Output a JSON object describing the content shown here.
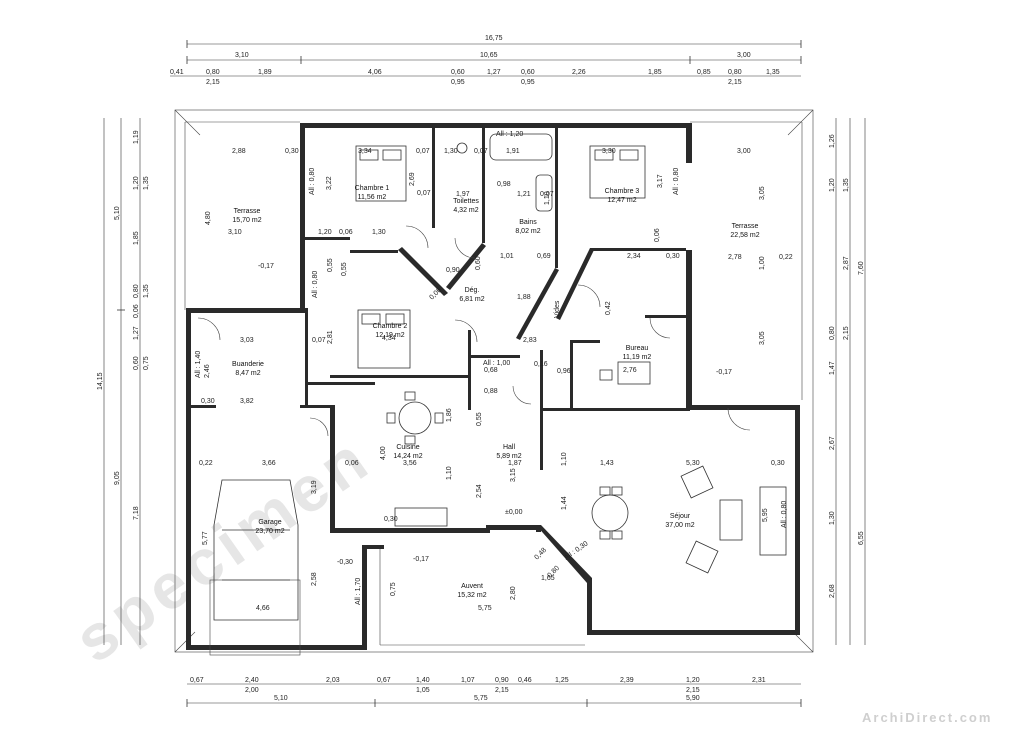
{
  "dimensions": {
    "top_total": "16,75",
    "top_row2": [
      "3,10",
      "10,65",
      "3,00"
    ],
    "top_row3": [
      "0,41",
      "0,80",
      "1,89",
      "4,06",
      "0,60",
      "1,27",
      "0,60",
      "2,26",
      "1,85",
      "0,85",
      "0,80",
      "1,35"
    ],
    "top_row3b": [
      "2,15",
      "0,95",
      "0,95",
      "2,15"
    ],
    "bottom_row1": [
      "0,67",
      "2,40",
      "2,03",
      "0,67",
      "1,40",
      "1,07",
      "0,90",
      "0,46",
      "1,25",
      "2,39",
      "1,20",
      "2,31"
    ],
    "bottom_row1b": [
      "2,00",
      "1,05",
      "2,15",
      "2,15"
    ],
    "bottom_row2": [
      "5,10",
      "5,75",
      "5,90"
    ],
    "left_total": "14,15",
    "left_parts": [
      "5,10",
      "9,05"
    ],
    "left_inner": [
      "1,19",
      "1,20",
      "1,85",
      "0,80",
      "1,27",
      "0,06",
      "0,60",
      "0,75",
      "7,18"
    ],
    "left_inner_b": [
      "1,35",
      "1,35"
    ],
    "right_total": "7,60",
    "right_parts": [
      "2,87",
      "6,55"
    ],
    "right_inner": [
      "1,26",
      "1,20",
      "0,80",
      "1,47",
      "2,67",
      "1,30",
      "2,68"
    ],
    "right_inner_b": [
      "1,35",
      "2,15"
    ]
  },
  "rooms": [
    {
      "name": "Terrasse",
      "area": "15,70 m2"
    },
    {
      "name": "Chambre 1",
      "area": "11,56 m2"
    },
    {
      "name": "Toilettes",
      "area": "4,32 m2"
    },
    {
      "name": "Bains",
      "area": "8,02 m2"
    },
    {
      "name": "Chambre 3",
      "area": "12,47 m2"
    },
    {
      "name": "Terrasse",
      "area": "22,58 m2"
    },
    {
      "name": "Dég.",
      "area": "6,81 m2"
    },
    {
      "name": "Chambre 2",
      "area": "12,19 m2"
    },
    {
      "name": "Buanderie",
      "area": "8,47 m2"
    },
    {
      "name": "Bureau",
      "area": "11,19 m2"
    },
    {
      "name": "Cuisine",
      "area": "14,24 m2"
    },
    {
      "name": "Hall",
      "area": "5,89 m2"
    },
    {
      "name": "Séjour",
      "area": "37,00 m2"
    },
    {
      "name": "Garage",
      "area": "23,70 m2"
    },
    {
      "name": "Auvent",
      "area": "15,32 m2"
    }
  ],
  "interior_dims": {
    "terrasse_left": [
      "2,88",
      "0,30",
      "3,10",
      "4,80",
      "-0,17"
    ],
    "chambre1": [
      "3,34",
      "3,22",
      "2,69",
      "0,07",
      "1,20",
      "0,06",
      "1,30",
      "All : 0,80"
    ],
    "toilettes": [
      "1,30",
      "1,97",
      "0,07",
      "All : 1,20"
    ],
    "bains": [
      "1,91",
      "0,07",
      "1,21",
      "0,98",
      "0,07",
      "1,10",
      "1,01",
      "0,69"
    ],
    "chambre3": [
      "3,30",
      "3,17",
      "0,06",
      "2,34",
      "0,30",
      "All : 0,80"
    ],
    "terrasse_right": [
      "3,00",
      "3,05",
      "2,78",
      "1,00",
      "0,22"
    ],
    "deg": [
      "1,88",
      "0,55",
      "0,60",
      "0,06",
      "All : 0,80"
    ],
    "chambre2": [
      "4,34",
      "2,81",
      "0,07",
      "0,55"
    ],
    "buanderie": [
      "3,03",
      "3,82",
      "0,30",
      "2,46",
      "All : 1,40"
    ],
    "bureau": [
      "2,83",
      "2,76",
      "0,42",
      "0,96",
      "0,16",
      "3,05",
      "-0,17"
    ],
    "cuisine": [
      "4,00",
      "3,56",
      "1,86",
      "0,06",
      "1,10"
    ],
    "hall": [
      "1,87",
      "2,54",
      "3,15",
      "0,55",
      "1,10",
      "1,44",
      "1,43"
    ],
    "sejour": [
      "5,30",
      "5,95",
      "0,30",
      "All : 0,80",
      "All : 0,30"
    ],
    "garage": [
      "3,66",
      "3,19",
      "5,77",
      "4,66",
      "0,22",
      "All : 1,70",
      "2,58"
    ],
    "auvent": [
      "5,75",
      "2,80",
      "-0,17",
      "-0,30",
      "0,75",
      "0,48",
      "0,80",
      "1,65"
    ],
    "misc": [
      "Vides",
      "0,90",
      "0,68",
      "0,88",
      "0,30",
      "±0,00",
      "All : 1,00"
    ]
  },
  "watermark": "specimen",
  "brand": "ArchiDirect.com"
}
